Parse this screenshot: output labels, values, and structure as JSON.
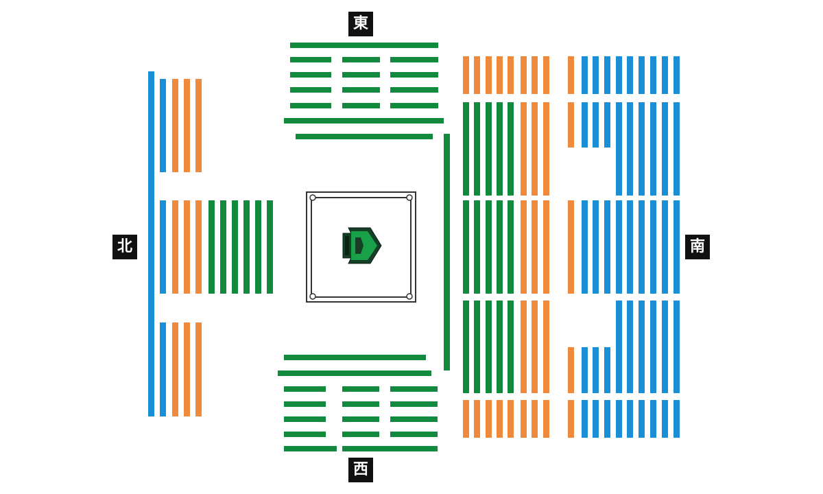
{
  "labels": {
    "east": "東",
    "west": "西",
    "north": "北",
    "south": "南"
  },
  "colors": {
    "green": "#128a3e",
    "orange": "#ef8a3c",
    "blue": "#1b8fd6",
    "label_bg": "#111111",
    "ring_stroke": "#333333"
  },
  "ring": {
    "logo_icon": "ring-emblem-icon"
  }
}
